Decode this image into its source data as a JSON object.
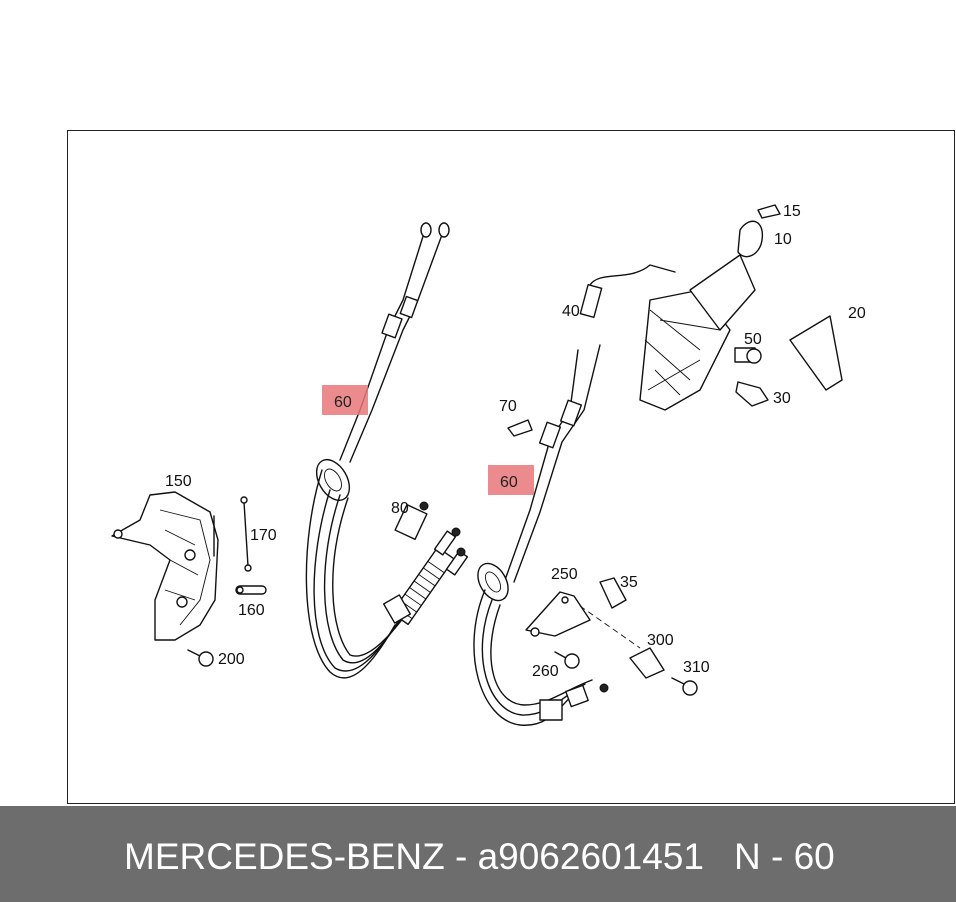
{
  "callouts": {
    "c15": "15",
    "c10": "10",
    "c20": "20",
    "c50": "50",
    "c30": "30",
    "c40": "40",
    "c70": "70",
    "c80": "80",
    "c150": "150",
    "c170": "170",
    "c160": "160",
    "c200": "200",
    "c250": "250",
    "c35": "35",
    "c300": "300",
    "c260": "260",
    "c310": "310"
  },
  "highlights": {
    "left": "60",
    "right": "60"
  },
  "colors": {
    "highlight": "#e8777a",
    "footer_bg": "#6d6d6d",
    "footer_text": "#ffffff"
  },
  "footer": {
    "brand_part": "MERCEDES-BENZ - a9062601451",
    "reference": "N - 60"
  }
}
